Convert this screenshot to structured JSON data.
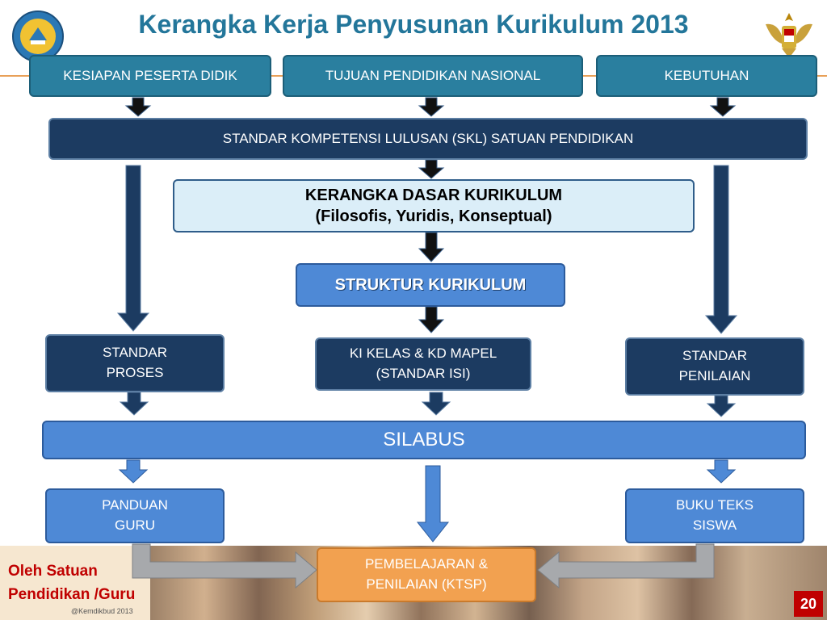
{
  "title": "Kerangka Kerja Penyusunan Kurikulum 2013",
  "top_boxes": [
    "KESIAPAN PESERTA DIDIK",
    "TUJUAN PENDIDIKAN NASIONAL",
    "KEBUTUHAN"
  ],
  "skl": "STANDAR KOMPETENSI LULUSAN (SKL) SATUAN PENDIDIKAN",
  "kerangka_dasar": {
    "line1": "KERANGKA DASAR KURIKULUM",
    "line2": "(Filosofis, Yuridis, Konseptual)"
  },
  "struktur": "STRUKTUR KURIKULUM",
  "standar_proses": {
    "line1": "STANDAR",
    "line2": "PROSES"
  },
  "ki_kd": {
    "line1": "KI KELAS & KD MAPEL",
    "line2": "(STANDAR ISI)"
  },
  "standar_penilaian": {
    "line1": "STANDAR",
    "line2": "PENILAIAN"
  },
  "silabus": "SILABUS",
  "panduan_guru": {
    "line1": "PANDUAN",
    "line2": "GURU"
  },
  "buku_teks": {
    "line1": "BUKU TEKS",
    "line2": "SISWA"
  },
  "pembelajaran": {
    "line1": "PEMBELAJARAN &",
    "line2": "PENILAIAN (KTSP)"
  },
  "credit": {
    "line1": "Oleh Satuan",
    "line2": "Pendidikan /Guru"
  },
  "watermark": "@Kemdikbud 2013",
  "page_number": "20",
  "colors": {
    "title": "#23769a",
    "teal": "#2a7f9f",
    "navy": "#1c3b61",
    "blue": "#4e89d6",
    "orange": "#f2a150",
    "accent_red": "#c00000"
  }
}
